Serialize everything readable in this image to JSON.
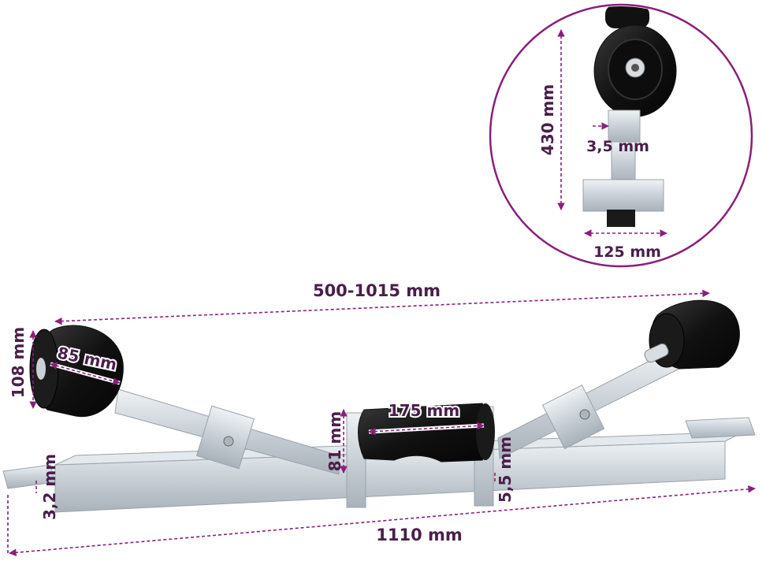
{
  "product": {
    "dimensions": {
      "span": "500-1015 mm",
      "total_length": "1110 mm",
      "left_roller_diameter": "108 mm",
      "left_roller_width": "85 mm",
      "center_roller_width": "175 mm",
      "center_height": "81 mm",
      "plate_thickness_left": "3,2 mm",
      "plate_thickness_right": "5,5 mm"
    },
    "detail": {
      "height": "430 mm",
      "thickness": "3,5 mm",
      "base_width": "125 mm"
    }
  },
  "colors": {
    "accent": "#8b1f7a",
    "label": "#4a1e4a",
    "steel": "#c9d0d6",
    "rubber": "#1a1a1a"
  }
}
